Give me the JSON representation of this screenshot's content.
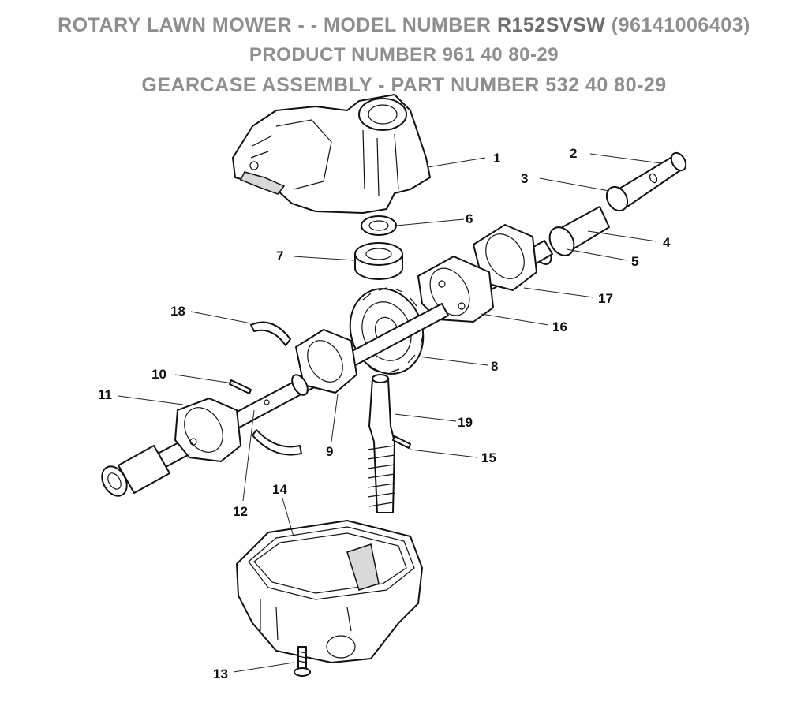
{
  "header": {
    "line1_prefix": "ROTARY LAWN MOWER - - MODEL NUMBER ",
    "line1_model": "R152SVSW",
    "line1_suffix": " (96141006403)",
    "line2": "PRODUCT NUMBER 961 40 80-29",
    "line3": "GEARCASE ASSEMBLY - PART NUMBER 532 40 80-29"
  },
  "callouts": {
    "c1": "1",
    "c2": "2",
    "c3": "3",
    "c4": "4",
    "c5": "5",
    "c6": "6",
    "c7": "7",
    "c8": "8",
    "c9": "9",
    "c10": "10",
    "c11": "11",
    "c12": "12",
    "c13": "13",
    "c14": "14",
    "c15": "15",
    "c16": "16",
    "c17": "17",
    "c18": "18",
    "c19": "19"
  },
  "colors": {
    "title": "#8e8e8e",
    "ink": "#111111",
    "paper": "#ffffff"
  }
}
